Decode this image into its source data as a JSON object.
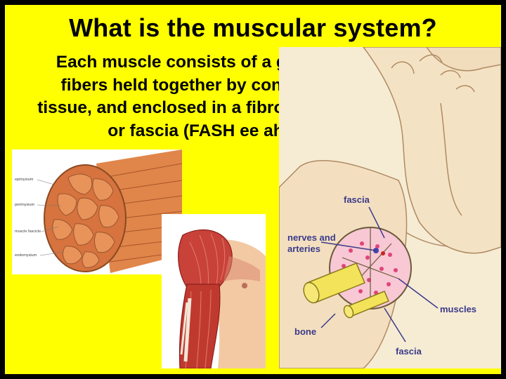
{
  "slide": {
    "title": "What is the muscular system?",
    "body_lines": [
      "Each muscle consists of a group of",
      "fibers held together by connective",
      "tissue, and enclosed in a fibrous sheath",
      "or fascia (FASH ee ah)."
    ],
    "colors": {
      "background": "#ffff00",
      "border": "#000000",
      "label": "#3a3a8a"
    }
  },
  "bundle_figure": {
    "labels": [
      "epimysium",
      "perimysium",
      "muscle fascicle",
      "endomysium"
    ]
  },
  "arm_figure": {},
  "foot_figure": {
    "labels": {
      "fascia_top": "fascia",
      "nerves_line1": "nerves and",
      "nerves_line2": "arteries",
      "muscles": "muscles",
      "bone": "bone",
      "fascia_bottom": "fascia"
    }
  }
}
